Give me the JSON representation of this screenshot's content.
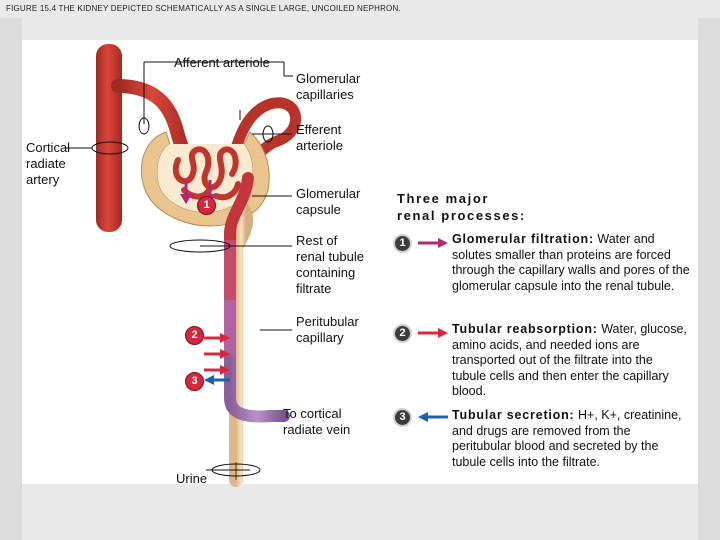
{
  "header": "FIGURE 15.4 THE KIDNEY DEPICTED SCHEMATICALLY AS A SINGLE LARGE, UNCOILED NEPHRON.",
  "labels": {
    "afferent": "Afferent arteriole",
    "glomerular_capillaries": "Glomerular\ncapillaries",
    "efferent": "Efferent\narteriole",
    "cortical": "Cortical\nradiate\nartery",
    "glomerular_capsule": "Glomerular\ncapsule",
    "rest_tubule": "Rest of\nrenal tubule\ncontaining\nfiltrate",
    "peritubular": "Peritubular\ncapillary",
    "cortical_vein": "To cortical\nradiate vein",
    "urine": "Urine"
  },
  "diagram_badges": [
    "1",
    "2",
    "3"
  ],
  "processes": {
    "title": "Three major\nrenal processes:",
    "items": [
      {
        "number": "1",
        "heading": "Glomerular filtration:",
        "text": " Water and solutes smaller than proteins are forced through the capillary walls and pores of the glomerular capsule into the renal tubule."
      },
      {
        "number": "2",
        "heading": "Tubular reabsorption:",
        "text": " Water, glucose, amino acids, and needed ions are transported out of the filtrate into the tubule cells and then enter the capillary blood."
      },
      {
        "number": "3",
        "heading": "Tubular secretion:",
        "text": " H+, K+, creatinine, and drugs are removed from the peritubular blood and secreted by the tubule cells into the filtrate."
      }
    ]
  },
  "colors": {
    "artery": "#c0392b",
    "vein": "#a77bb5",
    "tubule": "#f1d6a8",
    "capsule": "#e9c48f",
    "badge": "#d7263d",
    "arrow_red": "#d7263d",
    "arrow_blue": "#1f5fb0",
    "arrow_magenta": "#b0286e"
  }
}
